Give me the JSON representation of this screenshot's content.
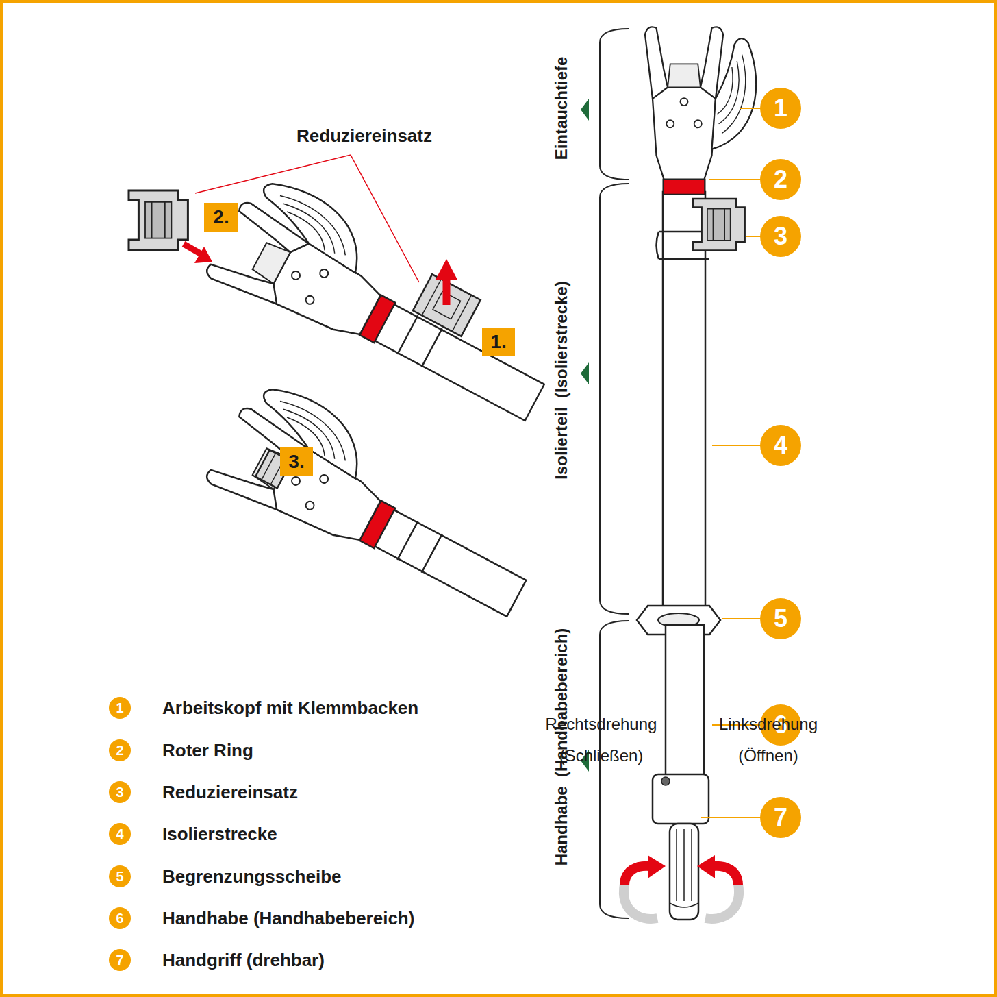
{
  "diagram": {
    "labels": [
      "Reduziereinsatz",
      "2.",
      "1.",
      "3.",
      "1",
      "2",
      "3",
      "4",
      "5",
      "6",
      "7",
      "Arbeitskopf mit Klemmbacken",
      "Roter Ring",
      "Reduziereinsatz",
      "Isolierstrecke",
      "Begrenzungsscheibe",
      "Handhabe (Handhabebereich)",
      "Handgriff (drehbar)",
      "Eintauchtiefe",
      "Isolierteil  (Isolierstrecke)",
      "Handhabe  (Handhabebereich)",
      "1",
      "2",
      "3",
      "4",
      "5",
      "6",
      "7",
      "Rechtsdrehung (Schließen)",
      "Linksdrehung (Öffnen)"
    ]
  }
}
